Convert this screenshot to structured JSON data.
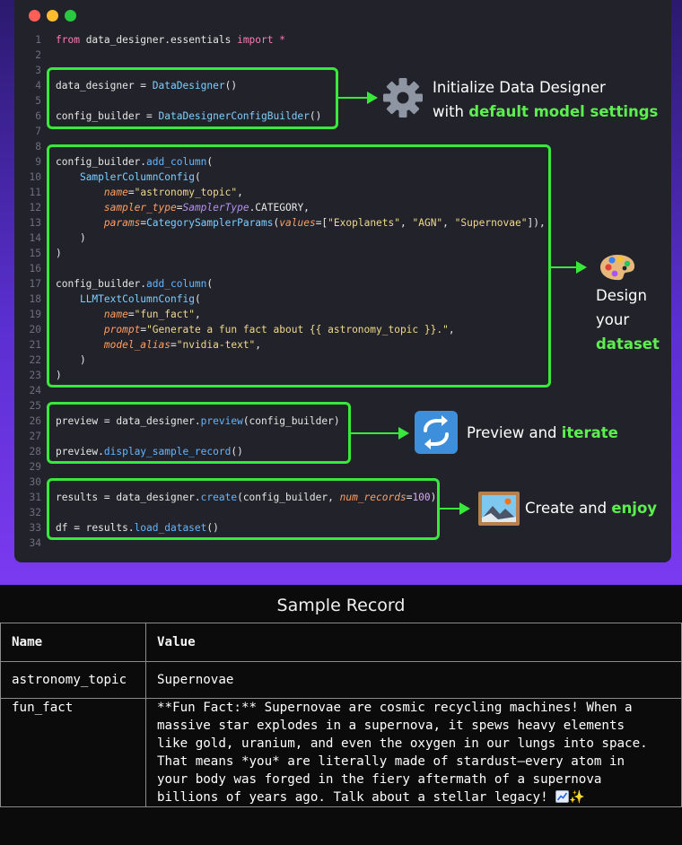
{
  "code_lines": [
    {
      "n": "1",
      "parts": [
        [
          "kw",
          "from"
        ],
        [
          "t",
          " data_designer.essentials "
        ],
        [
          "kw",
          "import"
        ],
        [
          "t",
          " "
        ],
        [
          "kw",
          "*"
        ]
      ]
    },
    {
      "n": "2",
      "parts": []
    },
    {
      "n": "3",
      "parts": []
    },
    {
      "n": "4",
      "parts": [
        [
          "t",
          "data_designer = "
        ],
        [
          "cls",
          "DataDesigner"
        ],
        [
          "t",
          "()"
        ]
      ]
    },
    {
      "n": "5",
      "parts": []
    },
    {
      "n": "6",
      "parts": [
        [
          "t",
          "config_builder = "
        ],
        [
          "cls",
          "DataDesignerConfigBuilder"
        ],
        [
          "t",
          "()"
        ]
      ]
    },
    {
      "n": "7",
      "parts": []
    },
    {
      "n": "8",
      "parts": []
    },
    {
      "n": "9",
      "parts": [
        [
          "t",
          "config_builder."
        ],
        [
          "fn",
          "add_column"
        ],
        [
          "t",
          "("
        ]
      ]
    },
    {
      "n": "10",
      "parts": [
        [
          "t",
          "    "
        ],
        [
          "cls",
          "SamplerColumnConfig"
        ],
        [
          "t",
          "("
        ]
      ]
    },
    {
      "n": "11",
      "parts": [
        [
          "t",
          "        "
        ],
        [
          "par",
          "name"
        ],
        [
          "t",
          "="
        ],
        [
          "str",
          "\"astronomy_topic\""
        ],
        [
          "t",
          ","
        ]
      ]
    },
    {
      "n": "12",
      "parts": [
        [
          "t",
          "        "
        ],
        [
          "par",
          "sampler_type"
        ],
        [
          "t",
          "="
        ],
        [
          "typ",
          "SamplerType"
        ],
        [
          "t",
          ".CATEGORY,"
        ]
      ]
    },
    {
      "n": "13",
      "parts": [
        [
          "t",
          "        "
        ],
        [
          "par",
          "params"
        ],
        [
          "t",
          "="
        ],
        [
          "cls",
          "CategorySamplerParams"
        ],
        [
          "t",
          "("
        ],
        [
          "par",
          "values"
        ],
        [
          "t",
          "=["
        ],
        [
          "str",
          "\"Exoplanets\""
        ],
        [
          "t",
          ", "
        ],
        [
          "str",
          "\"AGN\""
        ],
        [
          "t",
          ", "
        ],
        [
          "str",
          "\"Supernovae\""
        ],
        [
          "t",
          "]),"
        ]
      ]
    },
    {
      "n": "14",
      "parts": [
        [
          "t",
          "    )"
        ]
      ]
    },
    {
      "n": "15",
      "parts": [
        [
          "t",
          ")"
        ]
      ]
    },
    {
      "n": "16",
      "parts": []
    },
    {
      "n": "17",
      "parts": [
        [
          "t",
          "config_builder."
        ],
        [
          "fn",
          "add_column"
        ],
        [
          "t",
          "("
        ]
      ]
    },
    {
      "n": "18",
      "parts": [
        [
          "t",
          "    "
        ],
        [
          "cls",
          "LLMTextColumnConfig"
        ],
        [
          "t",
          "("
        ]
      ]
    },
    {
      "n": "19",
      "parts": [
        [
          "t",
          "        "
        ],
        [
          "par",
          "name"
        ],
        [
          "t",
          "="
        ],
        [
          "str",
          "\"fun_fact\""
        ],
        [
          "t",
          ","
        ]
      ]
    },
    {
      "n": "20",
      "parts": [
        [
          "t",
          "        "
        ],
        [
          "par",
          "prompt"
        ],
        [
          "t",
          "="
        ],
        [
          "str",
          "\"Generate a fun fact about {{ astronomy_topic }}.\""
        ],
        [
          "t",
          ","
        ]
      ]
    },
    {
      "n": "21",
      "parts": [
        [
          "t",
          "        "
        ],
        [
          "par",
          "model_alias"
        ],
        [
          "t",
          "="
        ],
        [
          "str",
          "\"nvidia-text\""
        ],
        [
          "t",
          ","
        ]
      ]
    },
    {
      "n": "22",
      "parts": [
        [
          "t",
          "    )"
        ]
      ]
    },
    {
      "n": "23",
      "parts": [
        [
          "t",
          ")"
        ]
      ]
    },
    {
      "n": "24",
      "parts": []
    },
    {
      "n": "25",
      "parts": []
    },
    {
      "n": "26",
      "parts": [
        [
          "t",
          "preview = data_designer."
        ],
        [
          "fn",
          "preview"
        ],
        [
          "t",
          "(config_builder)"
        ]
      ]
    },
    {
      "n": "27",
      "parts": []
    },
    {
      "n": "28",
      "parts": [
        [
          "t",
          "preview."
        ],
        [
          "fn",
          "display_sample_record"
        ],
        [
          "t",
          "()"
        ]
      ]
    },
    {
      "n": "29",
      "parts": []
    },
    {
      "n": "30",
      "parts": []
    },
    {
      "n": "31",
      "parts": [
        [
          "t",
          "results = data_designer."
        ],
        [
          "fn",
          "create"
        ],
        [
          "t",
          "(config_builder, "
        ],
        [
          "par",
          "num_records"
        ],
        [
          "t",
          "="
        ],
        [
          "num",
          "100"
        ],
        [
          "t",
          ")"
        ]
      ]
    },
    {
      "n": "32",
      "parts": []
    },
    {
      "n": "33",
      "parts": [
        [
          "t",
          "df = results."
        ],
        [
          "fn",
          "load_dataset"
        ],
        [
          "t",
          "()"
        ]
      ]
    },
    {
      "n": "34",
      "parts": []
    }
  ],
  "callouts": {
    "init": {
      "line1": "Initialize Data Designer",
      "pre": "with ",
      "hl": "default model settings"
    },
    "design": {
      "line1": "Design",
      "line2": "your",
      "hl": "dataset"
    },
    "preview": {
      "pre": "Preview and ",
      "hl": "iterate"
    },
    "create": {
      "pre": "Create and ",
      "hl": "enjoy"
    }
  },
  "icons": [
    "gear-icon",
    "palette-icon",
    "refresh-icon",
    "picture-icon",
    "chart-icon",
    "sparkles-icon"
  ],
  "colors": {
    "accent": "#38e83a",
    "highlight": "#5cf04f",
    "window": "#22232a",
    "glow": "#7b3af0"
  },
  "sample": {
    "title": "Sample Record",
    "headers": {
      "name": "Name",
      "value": "Value"
    },
    "rows": [
      {
        "name": "astronomy_topic",
        "value": "Supernovae"
      },
      {
        "name": "fun_fact",
        "value": "**Fun Fact:** Supernovae are cosmic recycling machines! When a\nmassive star explodes in a supernova, it spews heavy elements\nlike gold, uranium, and even the oxygen in our lungs into space.\nThat means *you* are literally made of stardust—every atom in\nyour body was forged in the fiery aftermath of a supernova\nbillions of years ago. Talk about a stellar legacy!"
      }
    ]
  }
}
